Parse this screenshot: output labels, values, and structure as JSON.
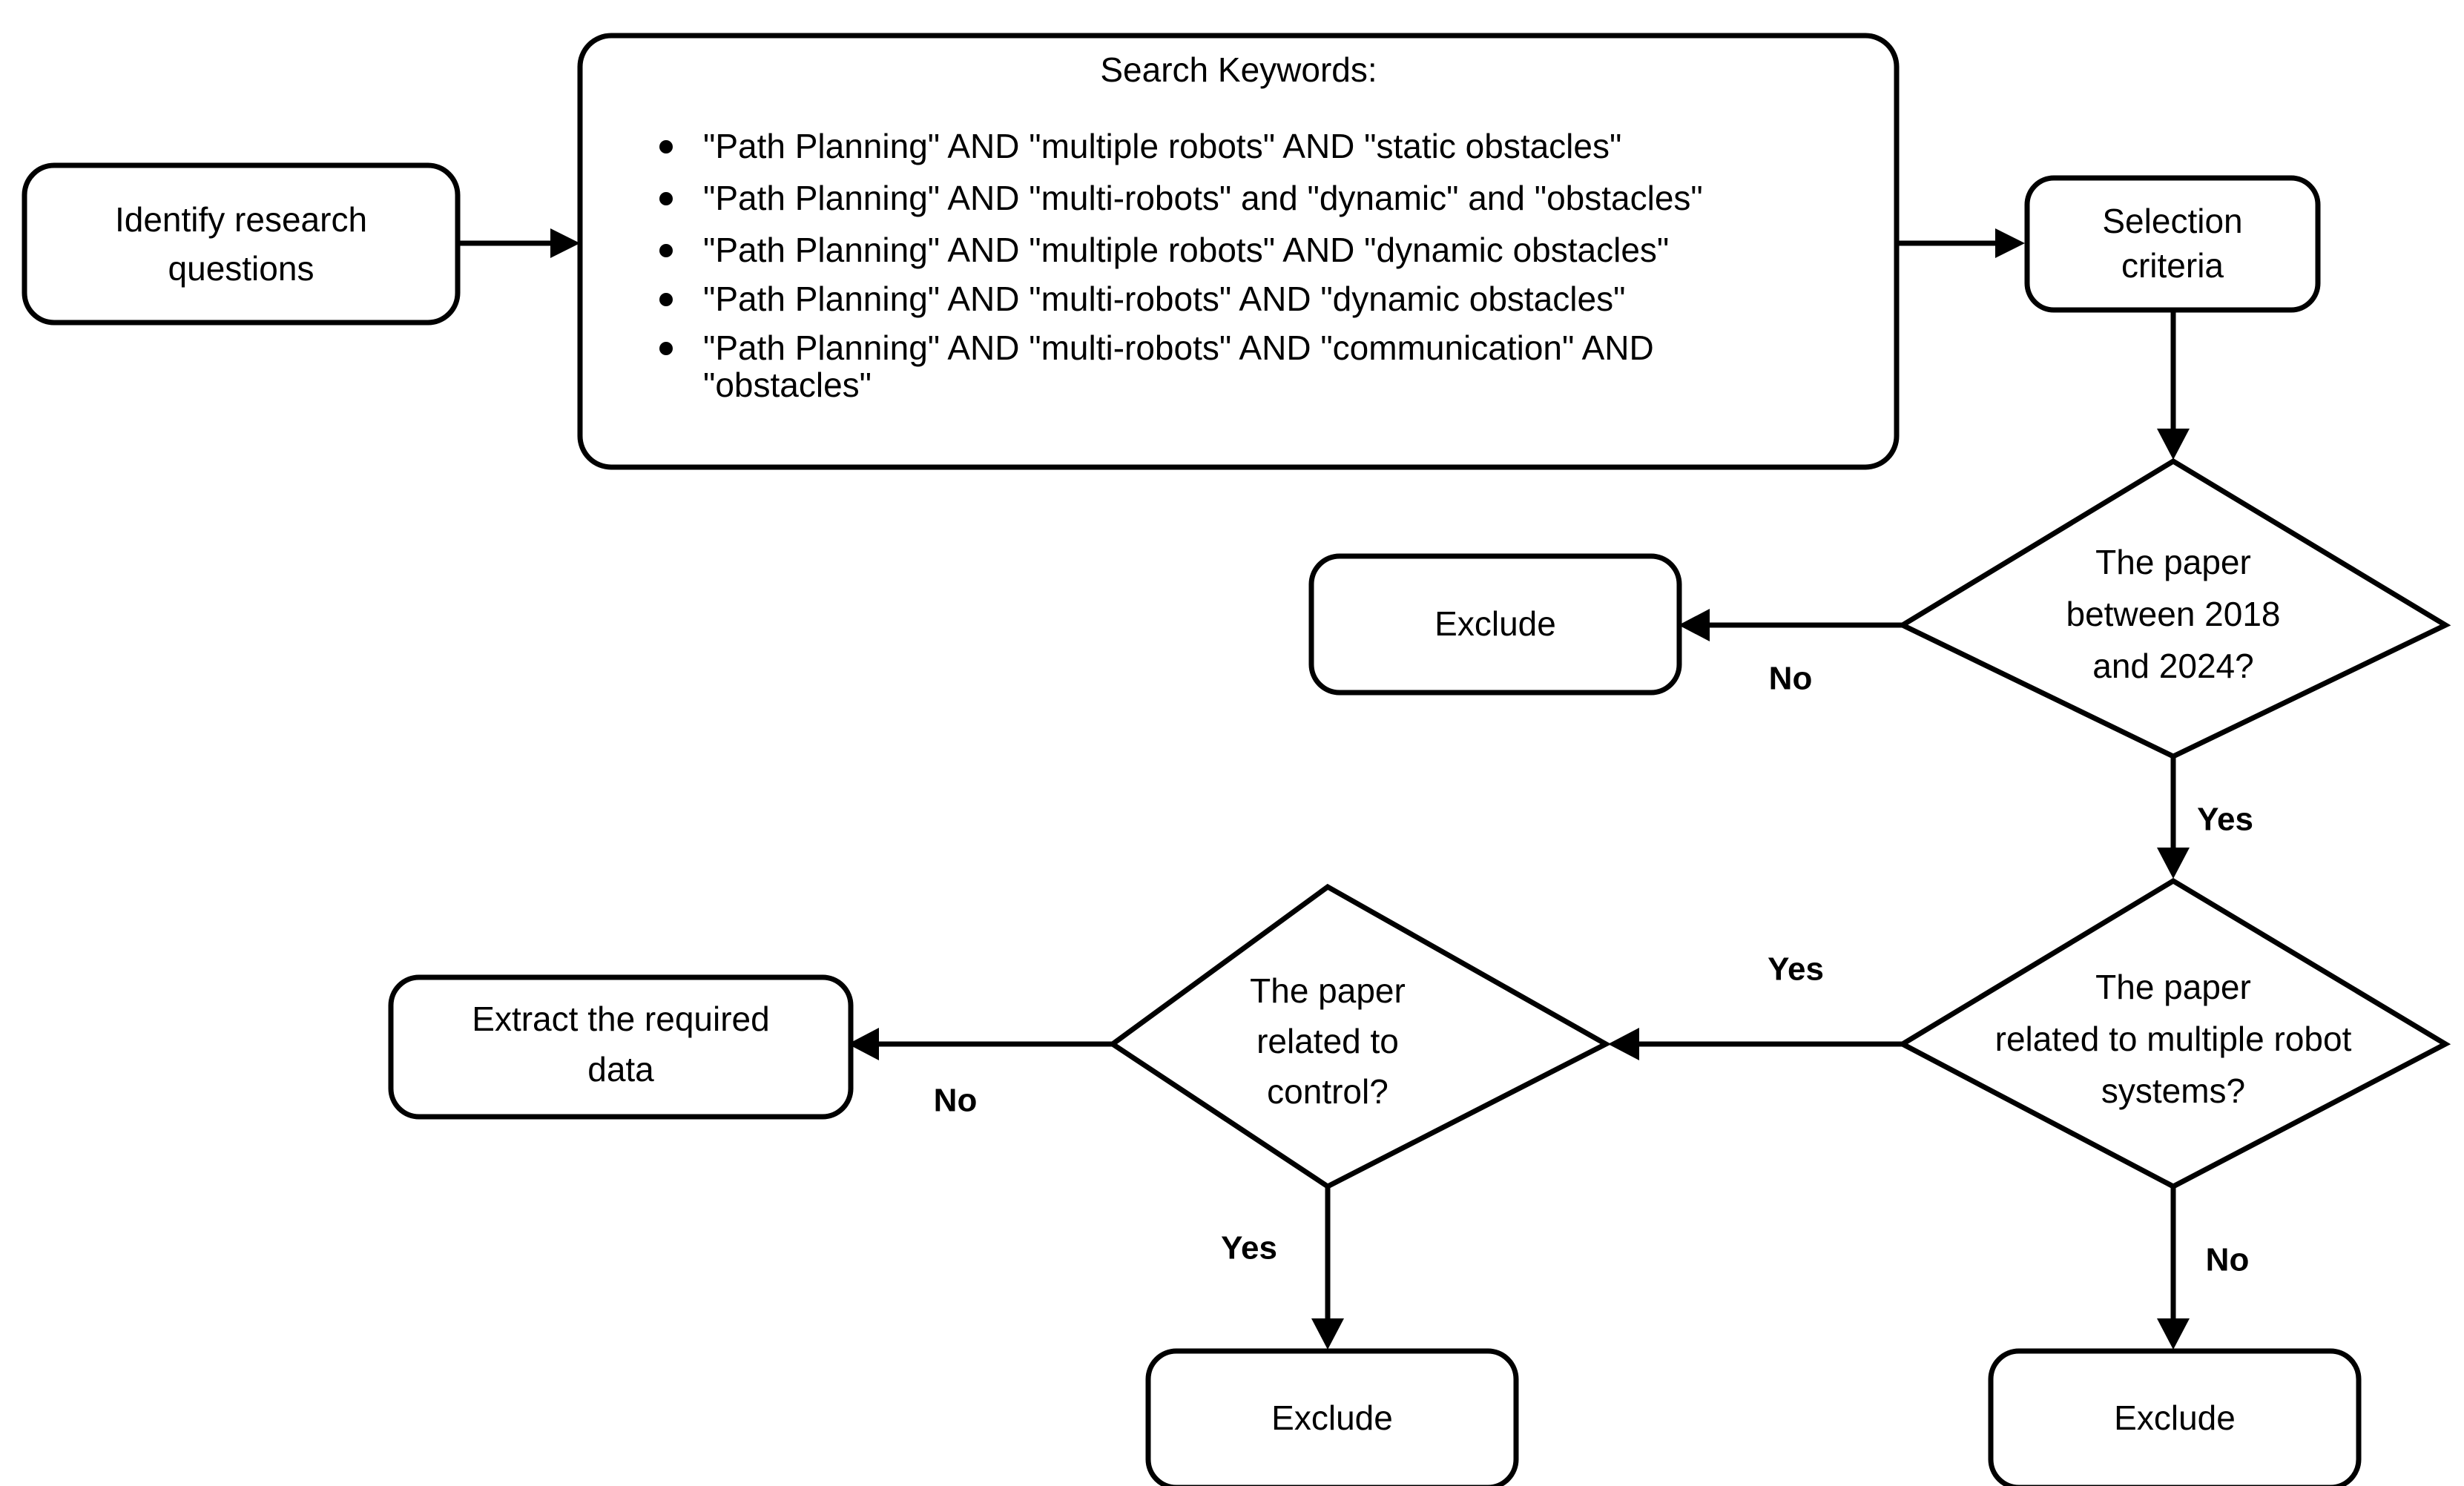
{
  "diagram": {
    "type": "flowchart",
    "title": "Systematic literature review selection flowchart",
    "background_color": "#ffffff",
    "line_color": "#000000"
  },
  "nodes": {
    "identify": {
      "id": "identify",
      "shape": "rounded-rect",
      "line1": "Identify research",
      "line2": "questions"
    },
    "keywords": {
      "id": "keywords",
      "shape": "rounded-rect",
      "title": "Search Keywords:",
      "items": [
        "\"Path Planning\" AND \"multiple robots\" AND \"static obstacles\"",
        "\"Path Planning\" AND \"multi-robots\" and \"dynamic\" and \"obstacles\"",
        "\"Path Planning\" AND \"multiple robots\" AND \"dynamic obstacles\"",
        "\"Path Planning\" AND \"multi-robots\" AND \"dynamic obstacles\"",
        "\"Path Planning\" AND \"multi-robots\" AND \"communication\" AND",
        "\"obstacles\""
      ]
    },
    "selection": {
      "id": "selection",
      "shape": "rounded-rect",
      "line1": "Selection",
      "line2": "criteria"
    },
    "decision_year": {
      "id": "decision_year",
      "shape": "diamond",
      "line1": "The paper",
      "line2": "between 2018",
      "line3": "and 2024?"
    },
    "exclude_year": {
      "id": "exclude_year",
      "shape": "rounded-rect",
      "label": "Exclude"
    },
    "decision_multirobot": {
      "id": "decision_multirobot",
      "shape": "diamond",
      "line1": "The paper",
      "line2": "related to multiple robot",
      "line3": "systems?"
    },
    "exclude_multirobot": {
      "id": "exclude_multirobot",
      "shape": "rounded-rect",
      "label": "Exclude"
    },
    "decision_control": {
      "id": "decision_control",
      "shape": "diamond",
      "line1": "The paper",
      "line2": "related to",
      "line3": "control?"
    },
    "exclude_control": {
      "id": "exclude_control",
      "shape": "rounded-rect",
      "label": "Exclude"
    },
    "extract": {
      "id": "extract",
      "shape": "rounded-rect",
      "line1": "Extract the required",
      "line2": "data"
    }
  },
  "edge_labels": {
    "year_no": "No",
    "year_yes": "Yes",
    "multirobot_yes": "Yes",
    "multirobot_no": "No",
    "control_no": "No",
    "control_yes": "Yes"
  },
  "edges": [
    {
      "from": "identify",
      "to": "keywords",
      "label": ""
    },
    {
      "from": "keywords",
      "to": "selection",
      "label": ""
    },
    {
      "from": "selection",
      "to": "decision_year",
      "label": ""
    },
    {
      "from": "decision_year",
      "to": "exclude_year",
      "label": "No"
    },
    {
      "from": "decision_year",
      "to": "decision_multirobot",
      "label": "Yes"
    },
    {
      "from": "decision_multirobot",
      "to": "decision_control",
      "label": "Yes"
    },
    {
      "from": "decision_multirobot",
      "to": "exclude_multirobot",
      "label": "No"
    },
    {
      "from": "decision_control",
      "to": "extract",
      "label": "No"
    },
    {
      "from": "decision_control",
      "to": "exclude_control",
      "label": "Yes"
    }
  ]
}
